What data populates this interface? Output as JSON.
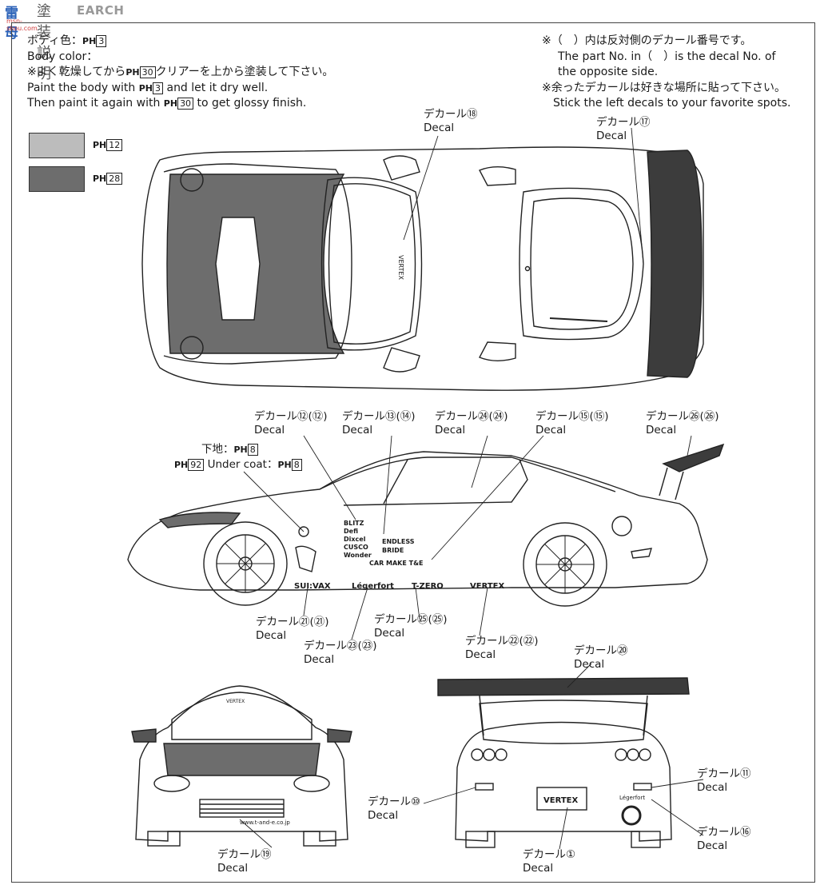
{
  "header": {
    "logo": "雷母",
    "logo_sub": "msn-shou.com",
    "title": "塗装説明",
    "search_text": "EARCH"
  },
  "instructions": {
    "line1": "ボディ色：",
    "line1_code": "3",
    "line2": "Body color：",
    "line3a": "※よく乾燥してから",
    "line3_code": "30",
    "line3b": "クリアーを上から塗装して下さい。",
    "line4a": "Paint the body with",
    "line4_code": "3",
    "line4b": "and let it dry well.",
    "line5a": "Then paint it again with",
    "line5_code": "30",
    "line5b": "to get glossy finish.",
    "ph": "PH"
  },
  "notes": {
    "n1": "※（　）内は反対側のデカール番号です。",
    "n2": "The part No. in（　）is the decal No. of",
    "n3": "the opposite side.",
    "n4": "※余ったデカールは好きな場所に貼って下さい。",
    "n5": "Stick the left decals to your favorite spots."
  },
  "swatches": [
    {
      "color": "#bcbcbc",
      "code": "12"
    },
    {
      "color": "#6d6d6d",
      "code": "28"
    }
  ],
  "undercoat": {
    "ph92": "92",
    "jp": "下地：",
    "jp_code": "8",
    "en": "Under coat：",
    "en_code": "8"
  },
  "decal_jp": "デカール",
  "decal_en": "Decal",
  "callouts": [
    {
      "id": "18",
      "nums": "⑱"
    },
    {
      "id": "17",
      "nums": "⑰"
    },
    {
      "id": "12",
      "nums": "⑫(⑫)"
    },
    {
      "id": "13",
      "nums": "⑬(⑭)"
    },
    {
      "id": "24",
      "nums": "㉔(㉔)"
    },
    {
      "id": "15",
      "nums": "⑮(⑮)"
    },
    {
      "id": "26",
      "nums": "㉖(㉖)"
    },
    {
      "id": "21",
      "nums": "㉑(㉑)"
    },
    {
      "id": "23",
      "nums": "㉓(㉓)"
    },
    {
      "id": "25",
      "nums": "㉕(㉕)"
    },
    {
      "id": "22",
      "nums": "㉒(㉒)"
    },
    {
      "id": "20",
      "nums": "⑳"
    },
    {
      "id": "11",
      "nums": "⑪"
    },
    {
      "id": "10",
      "nums": "⑩"
    },
    {
      "id": "16",
      "nums": "⑯"
    },
    {
      "id": "19",
      "nums": "⑲"
    },
    {
      "id": "1",
      "nums": "①"
    }
  ],
  "side_decals": {
    "sponsors": [
      "BLITZ",
      "Defi",
      "Dixcel",
      "CUSCO",
      "ENDLESS",
      "BRIDE",
      "Wonder",
      "CAR MAKE T&E"
    ],
    "skirt": [
      "SUI:VAX",
      "Légerfort",
      "T-ZERO",
      "VERTEX"
    ],
    "legerfort_small": "Légerfort",
    "vertex_plate": "VERTEX",
    "url": "www.t-and-e.co.jp",
    "vertex_top": "VERTEX"
  }
}
